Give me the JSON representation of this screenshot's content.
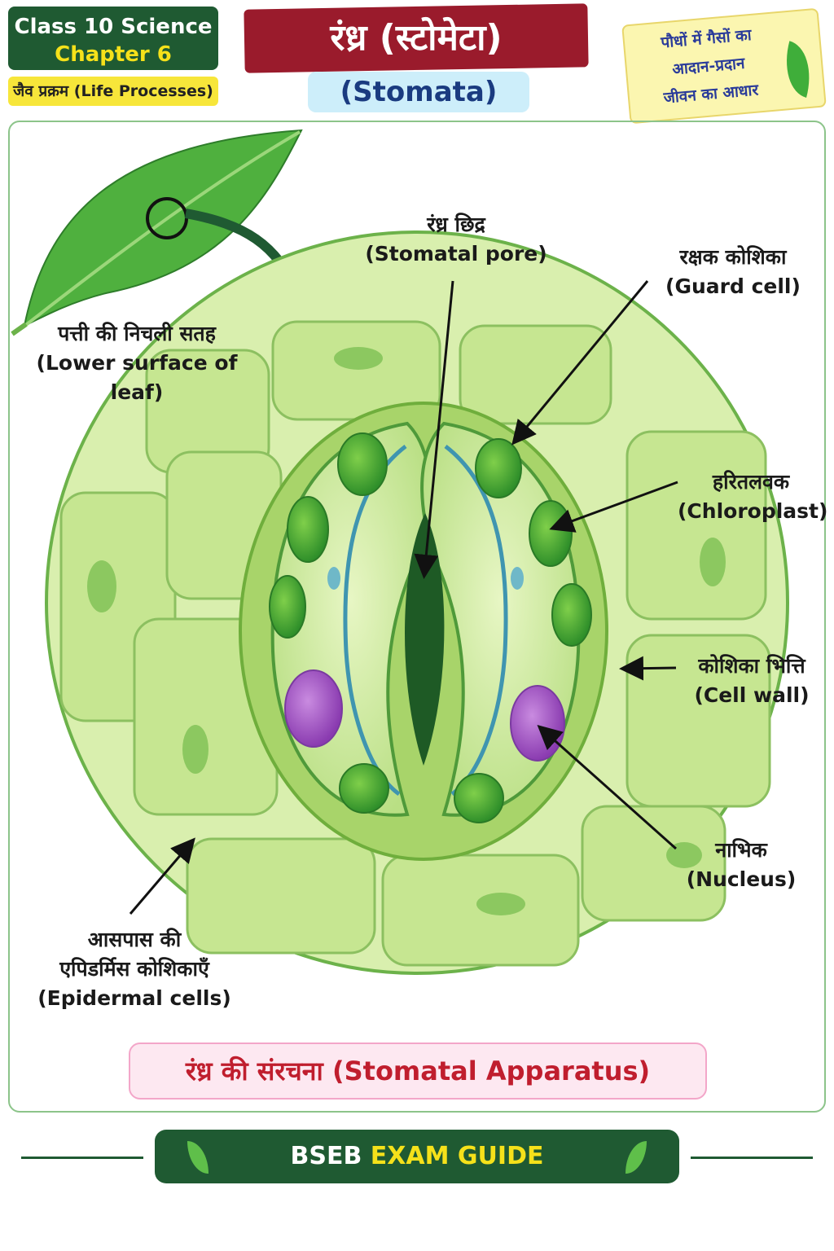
{
  "badge": {
    "line1": "Class 10 Science",
    "line2": "Chapter 6",
    "subject": "जैव प्रक्रम (Life Processes)"
  },
  "title": {
    "hindi": "रंध्र (स्टोमेटा)",
    "english": "(Stomata)"
  },
  "note": {
    "line1": "पौधों में गैसों का",
    "line2": "आदान-प्रदान",
    "line3": "जीवन का आधार",
    "icon": "leaf-icon"
  },
  "labels": {
    "leaf": [
      "पत्ती की निचली सतह",
      "(Lower surface of leaf)"
    ],
    "pore": [
      "रंध्र छिद्र",
      "(Stomatal pore)"
    ],
    "guard": [
      "रक्षक कोशिका",
      "(Guard cell)"
    ],
    "chloroplast": [
      "हरितलवक",
      "(Chloroplast)"
    ],
    "wall": [
      "कोशिका भित्ति",
      "(Cell wall)"
    ],
    "nucleus": [
      "नाभिक",
      "(Nucleus)"
    ],
    "epidermal": [
      "आसपास की",
      "एपिडर्मिस कोशिकाएँ",
      "(Epidermal cells)"
    ]
  },
  "caption": "रंध्र की संरचना (Stomatal Apparatus)",
  "footer": {
    "part1": "BSEB",
    "part2": "EXAM GUIDE"
  },
  "colors": {
    "dark_green": "#1f5a32",
    "maroon": "#9a1b2c",
    "yellow": "#f5e11a",
    "nucleus": "#a456c4",
    "cell_green": "#cfe9a0"
  }
}
